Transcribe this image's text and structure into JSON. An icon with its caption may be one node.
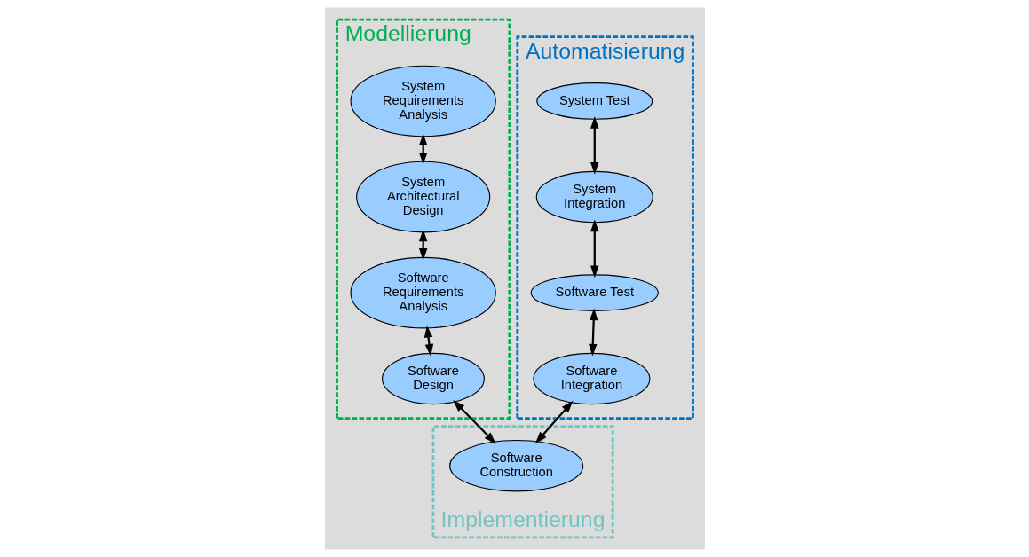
{
  "diagram": {
    "nodes": [
      {
        "text": [
          "Modellierung"
        ]
      },
      {
        "text": [
          "System Requirements Analysis"
        ],
        "in": 0
      },
      {
        "text": [
          "System Architectural Design"
        ],
        "in": 0
      },
      {
        "text": [
          "Software Requirements Analysis"
        ],
        "in": 0
      },
      {
        "text": [
          "Software Design"
        ],
        "in": 0
      },
      {
        "text": [
          "Automatisierung"
        ]
      },
      {
        "text": [
          "System Test"
        ],
        "in": 5
      },
      {
        "text": [
          "System Integration"
        ],
        "in": 5
      },
      {
        "text": [
          "Software Test"
        ],
        "in": 5
      },
      {
        "text": [
          "Software Integration"
        ],
        "in": 5
      },
      {
        "text": [
          "Implementierung"
        ]
      },
      {
        "text": [
          "Software Construction"
        ],
        "in": 10
      }
    ],
    "edges": [
      {
        "from": 1,
        "to": 2,
        "arrow": "both"
      },
      {
        "from": 2,
        "to": 3,
        "arrow": "both"
      },
      {
        "from": 3,
        "to": 4,
        "arrow": "both"
      },
      {
        "from": 4,
        "to": 11,
        "arrow": "both"
      },
      {
        "from": 6,
        "to": 7,
        "arrow": "both"
      },
      {
        "from": 7,
        "to": 8,
        "arrow": "both"
      },
      {
        "from": 8,
        "to": 9,
        "arrow": "both"
      },
      {
        "from": 9,
        "to": 11,
        "arrow": "both"
      }
    ]
  }
}
